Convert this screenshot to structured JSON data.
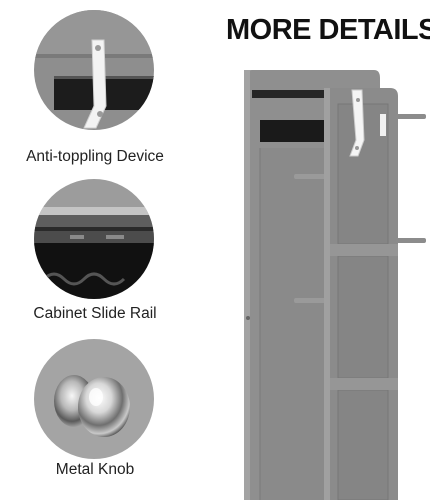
{
  "header": {
    "title": "MORE DETAILS"
  },
  "features": [
    {
      "label": "Anti-toppling Device",
      "icon": "anti-toppling-strap-closeup"
    },
    {
      "label": "Cabinet Slide Rail",
      "icon": "slide-rail-closeup"
    },
    {
      "label": "Metal Knob",
      "icon": "chrome-knob-closeup"
    }
  ],
  "colors": {
    "cabinet_gray": "#8c8c8c",
    "cabinet_dark": "#6e6e6e",
    "mirror_black": "#1a1a1a",
    "strap_white": "#f4f4f4"
  }
}
